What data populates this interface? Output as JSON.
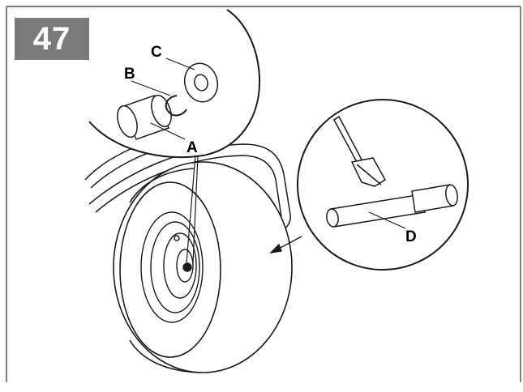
{
  "step": {
    "number": "47",
    "badge_color": "#7a7a7a"
  },
  "callouts": {
    "a": "A",
    "b": "B",
    "c": "C",
    "d": "D"
  },
  "colors": {
    "line": "#1a1a1a",
    "border": "#555555",
    "background": "#ffffff"
  }
}
